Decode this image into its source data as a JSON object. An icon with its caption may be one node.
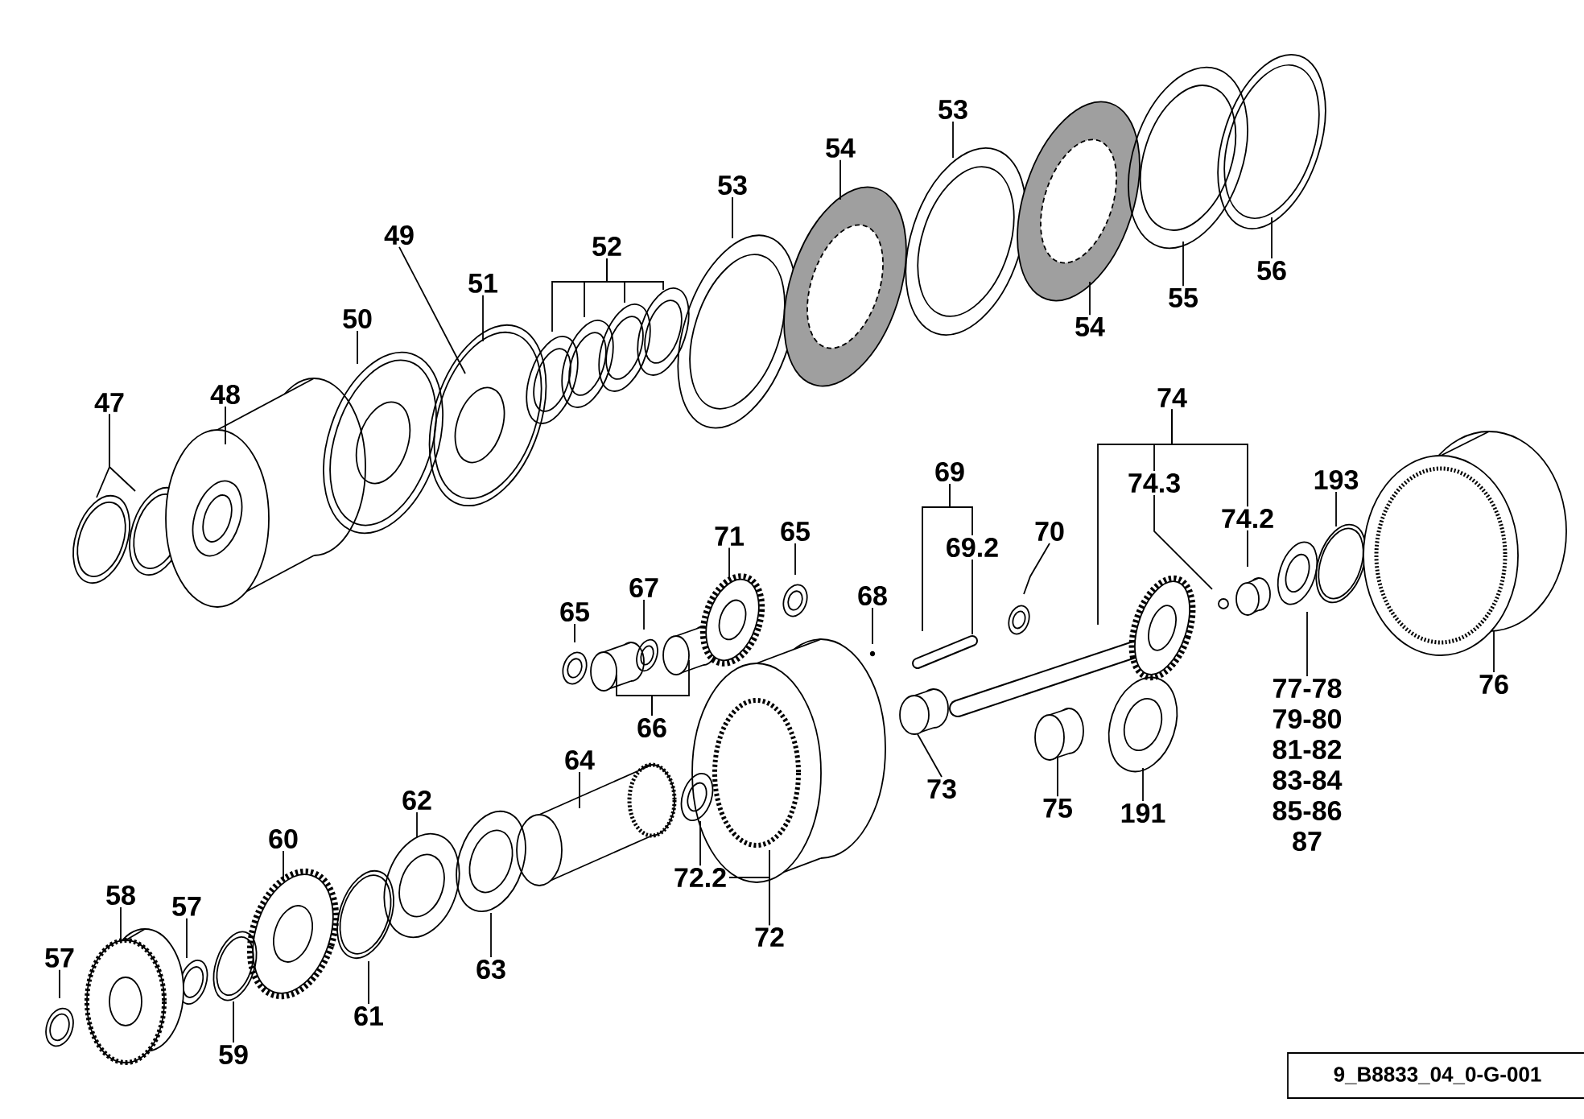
{
  "diagram": {
    "nodes": [
      {
        "text": [
          "53"
        ]
      },
      {
        "text": [
          "54"
        ]
      },
      {
        "text": [
          "53"
        ]
      },
      {
        "text": [
          "49"
        ]
      },
      {
        "text": [
          "52"
        ]
      },
      {
        "text": [
          "56"
        ]
      },
      {
        "text": [
          "51"
        ]
      },
      {
        "text": [
          "55"
        ]
      },
      {
        "text": [
          "50"
        ]
      },
      {
        "text": [
          "54"
        ]
      },
      {
        "text": [
          "48"
        ]
      },
      {
        "text": [
          "47"
        ]
      },
      {
        "text": [
          "74"
        ]
      },
      {
        "text": [
          "69"
        ]
      },
      {
        "text": [
          "74.3"
        ]
      },
      {
        "text": [
          "193"
        ]
      },
      {
        "text": [
          "74.2"
        ]
      },
      {
        "text": [
          "71"
        ]
      },
      {
        "text": [
          "65"
        ]
      },
      {
        "text": [
          "69.2"
        ]
      },
      {
        "text": [
          "70"
        ]
      },
      {
        "text": [
          "68"
        ]
      },
      {
        "text": [
          "67"
        ]
      },
      {
        "text": [
          "65"
        ]
      },
      {
        "text": [
          "76"
        ]
      },
      {
        "text": [
          "77-78 79-80 81-82 83-84 85-86 87"
        ]
      },
      {
        "text": [
          "66"
        ]
      },
      {
        "text": [
          "64"
        ]
      },
      {
        "text": [
          "73"
        ]
      },
      {
        "text": [
          "75"
        ]
      },
      {
        "text": [
          "191"
        ]
      },
      {
        "text": [
          "62"
        ]
      },
      {
        "text": [
          "60"
        ]
      },
      {
        "text": [
          "72.2"
        ]
      },
      {
        "text": [
          "58"
        ]
      },
      {
        "text": [
          "57"
        ]
      },
      {
        "text": [
          "72"
        ]
      },
      {
        "text": [
          "57"
        ]
      },
      {
        "text": [
          "63"
        ]
      },
      {
        "text": [
          "61"
        ]
      },
      {
        "text": [
          "59"
        ]
      },
      {
        "text": [
          "9_B8833_04_0-G-001"
        ]
      }
    ],
    "edges": [
      {
        "from": 0,
        "to": null,
        "arrow": "none"
      },
      {
        "from": 1,
        "to": null,
        "arrow": "none"
      },
      {
        "from": 2,
        "to": null,
        "arrow": "none"
      },
      {
        "from": 3,
        "to": null,
        "arrow": "none"
      },
      {
        "from": 4,
        "to": null,
        "arrow": "none"
      },
      {
        "from": 4,
        "to": null,
        "arrow": "none"
      },
      {
        "from": 4,
        "to": null,
        "arrow": "none"
      },
      {
        "from": 4,
        "to": null,
        "arrow": "none"
      },
      {
        "from": 5,
        "to": null,
        "arrow": "none"
      },
      {
        "from": 6,
        "to": null,
        "arrow": "none"
      },
      {
        "from": 7,
        "to": null,
        "arrow": "none"
      },
      {
        "from": 8,
        "to": null,
        "arrow": "none"
      },
      {
        "from": 9,
        "to": null,
        "arrow": "none"
      },
      {
        "from": 10,
        "to": null,
        "arrow": "none"
      },
      {
        "from": 11,
        "to": null,
        "arrow": "none"
      },
      {
        "from": 11,
        "to": null,
        "arrow": "none"
      },
      {
        "from": 12,
        "to": null,
        "arrow": "none"
      },
      {
        "from": 12,
        "to": 14,
        "arrow": "none"
      },
      {
        "from": 12,
        "to": 16,
        "arrow": "none"
      },
      {
        "from": 13,
        "to": null,
        "arrow": "none"
      },
      {
        "from": 13,
        "to": 19,
        "arrow": "none"
      },
      {
        "from": 14,
        "to": null,
        "arrow": "none"
      },
      {
        "from": 15,
        "to": null,
        "arrow": "none"
      },
      {
        "from": 16,
        "to": null,
        "arrow": "none"
      },
      {
        "from": 17,
        "to": null,
        "arrow": "none"
      },
      {
        "from": 18,
        "to": null,
        "arrow": "none"
      },
      {
        "from": 19,
        "to": null,
        "arrow": "none"
      },
      {
        "from": 20,
        "to": null,
        "arrow": "none"
      },
      {
        "from": 21,
        "to": null,
        "arrow": "none"
      },
      {
        "from": 22,
        "to": null,
        "arrow": "none"
      },
      {
        "from": 23,
        "to": null,
        "arrow": "none"
      },
      {
        "from": 24,
        "to": null,
        "arrow": "none"
      },
      {
        "from": 25,
        "to": null,
        "arrow": "none"
      },
      {
        "from": 26,
        "to": null,
        "arrow": "none"
      },
      {
        "from": 26,
        "to": null,
        "arrow": "none"
      },
      {
        "from": 27,
        "to": null,
        "arrow": "none"
      },
      {
        "from": 28,
        "to": null,
        "arrow": "none"
      },
      {
        "from": 29,
        "to": null,
        "arrow": "none"
      },
      {
        "from": 30,
        "to": null,
        "arrow": "none"
      },
      {
        "from": 31,
        "to": null,
        "arrow": "none"
      },
      {
        "from": 32,
        "to": null,
        "arrow": "none"
      },
      {
        "from": 33,
        "to": null,
        "arrow": "none"
      },
      {
        "from": 34,
        "to": null,
        "arrow": "none"
      },
      {
        "from": 35,
        "to": null,
        "arrow": "none"
      },
      {
        "from": 36,
        "to": null,
        "arrow": "none"
      },
      {
        "from": 36,
        "to": 33,
        "arrow": "none"
      },
      {
        "from": 37,
        "to": null,
        "arrow": "none"
      },
      {
        "from": 38,
        "to": null,
        "arrow": "none"
      },
      {
        "from": 39,
        "to": null,
        "arrow": "none"
      },
      {
        "from": 40,
        "to": null,
        "arrow": "none"
      }
    ]
  }
}
